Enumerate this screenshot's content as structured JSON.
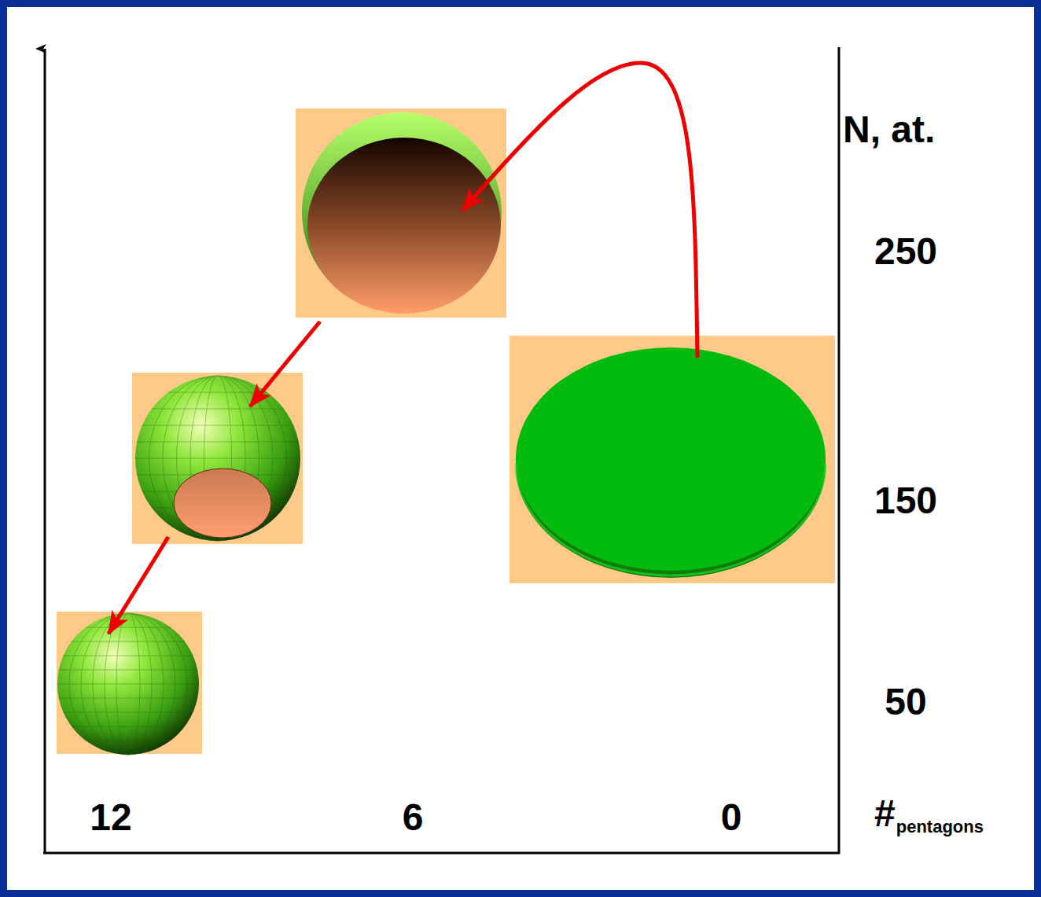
{
  "diagram": {
    "labels": [
      "N, at.",
      "250",
      "150",
      "50",
      "12",
      "6",
      "0",
      "#",
      "pentagons"
    ]
  }
}
